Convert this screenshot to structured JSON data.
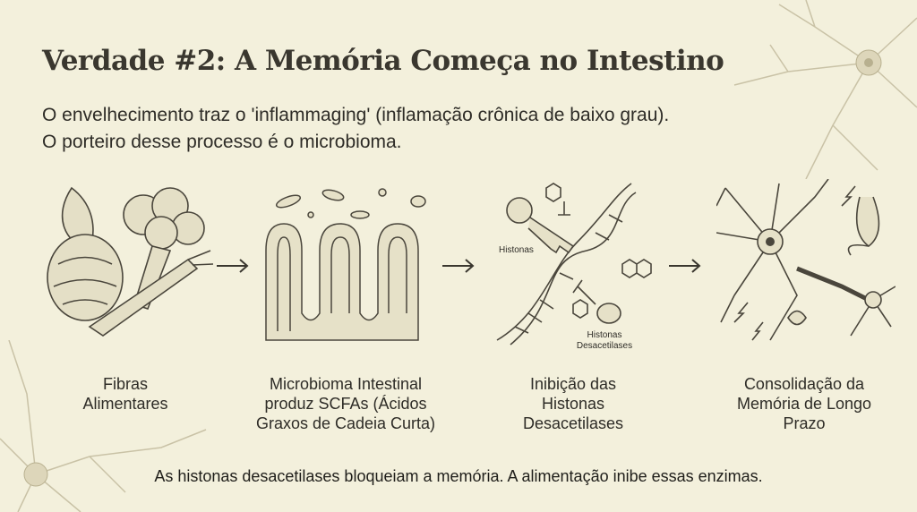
{
  "title": "Verdade #2: A Memória Começa no Intestino",
  "subtitle_lines": [
    "O envelhecimento traz o 'inflammaging' (inflamação crônica de baixo grau).",
    "O porteiro desse processo é o microbioma."
  ],
  "steps": [
    {
      "caption_lines": [
        "Fibras",
        "Alimentares"
      ],
      "icon": "vegetables-icon"
    },
    {
      "caption_lines": [
        "Microbioma Intestinal",
        "produz SCFAs (Ácidos",
        "Graxos de Cadeia Curta)"
      ],
      "icon": "gut-microbiome-icon"
    },
    {
      "caption_lines": [
        "Inibição das",
        "Histonas",
        "Desacetilases"
      ],
      "icon": "dna-key-icon",
      "labels": {
        "histonas": "Histonas",
        "hdac_line1": "Histonas",
        "hdac_line2": "Desacetilases"
      }
    },
    {
      "caption_lines": [
        "Consolidação da",
        "Memória de Longo",
        "Prazo"
      ],
      "icon": "neurons-icon"
    }
  ],
  "footer": "As histonas desacetilases bloqueiam a memória. A alimentação inibe essas enzimas.",
  "colors": {
    "background": "#f3f0dc",
    "text": "#2e2c27",
    "sketch": "#4a463c"
  }
}
